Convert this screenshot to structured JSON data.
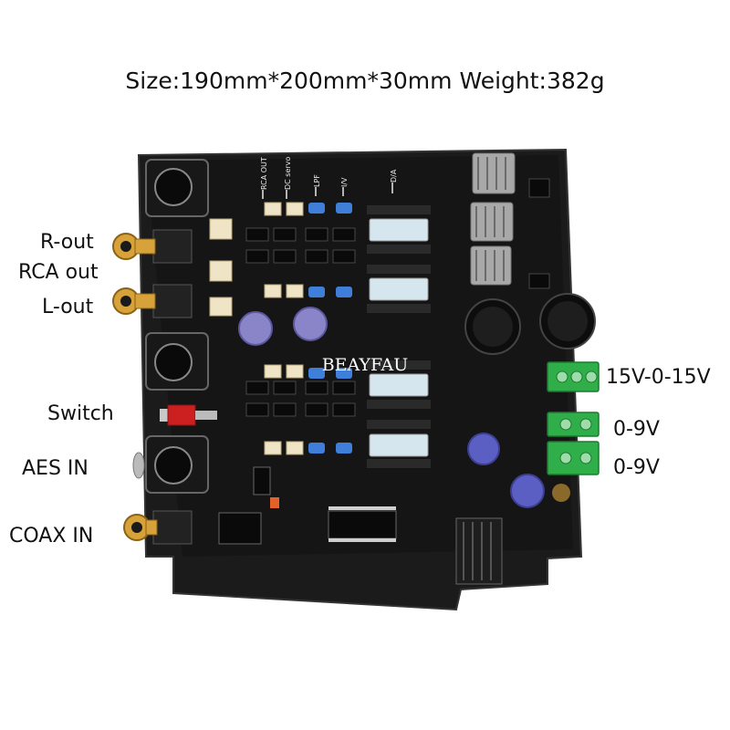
{
  "header": {
    "size_text": "Size:190mm*200mm*30mm Weight:382g"
  },
  "left_labels": {
    "r_out": "R-out",
    "rca_out": "RCA out",
    "l_out": "L-out",
    "switch": "Switch",
    "aes_in": "AES IN",
    "coax_in": "COAX IN"
  },
  "right_labels": {
    "v15": "15V-0-15V",
    "v9a": "0-9V",
    "v9b": "0-9V"
  },
  "board": {
    "brand": "BEAYFAU",
    "silk": {
      "rca_out": "RCA OUT",
      "dc_servo": "DC servo",
      "lpf": "LPF",
      "iv": "I/V",
      "da": "D/A"
    }
  }
}
